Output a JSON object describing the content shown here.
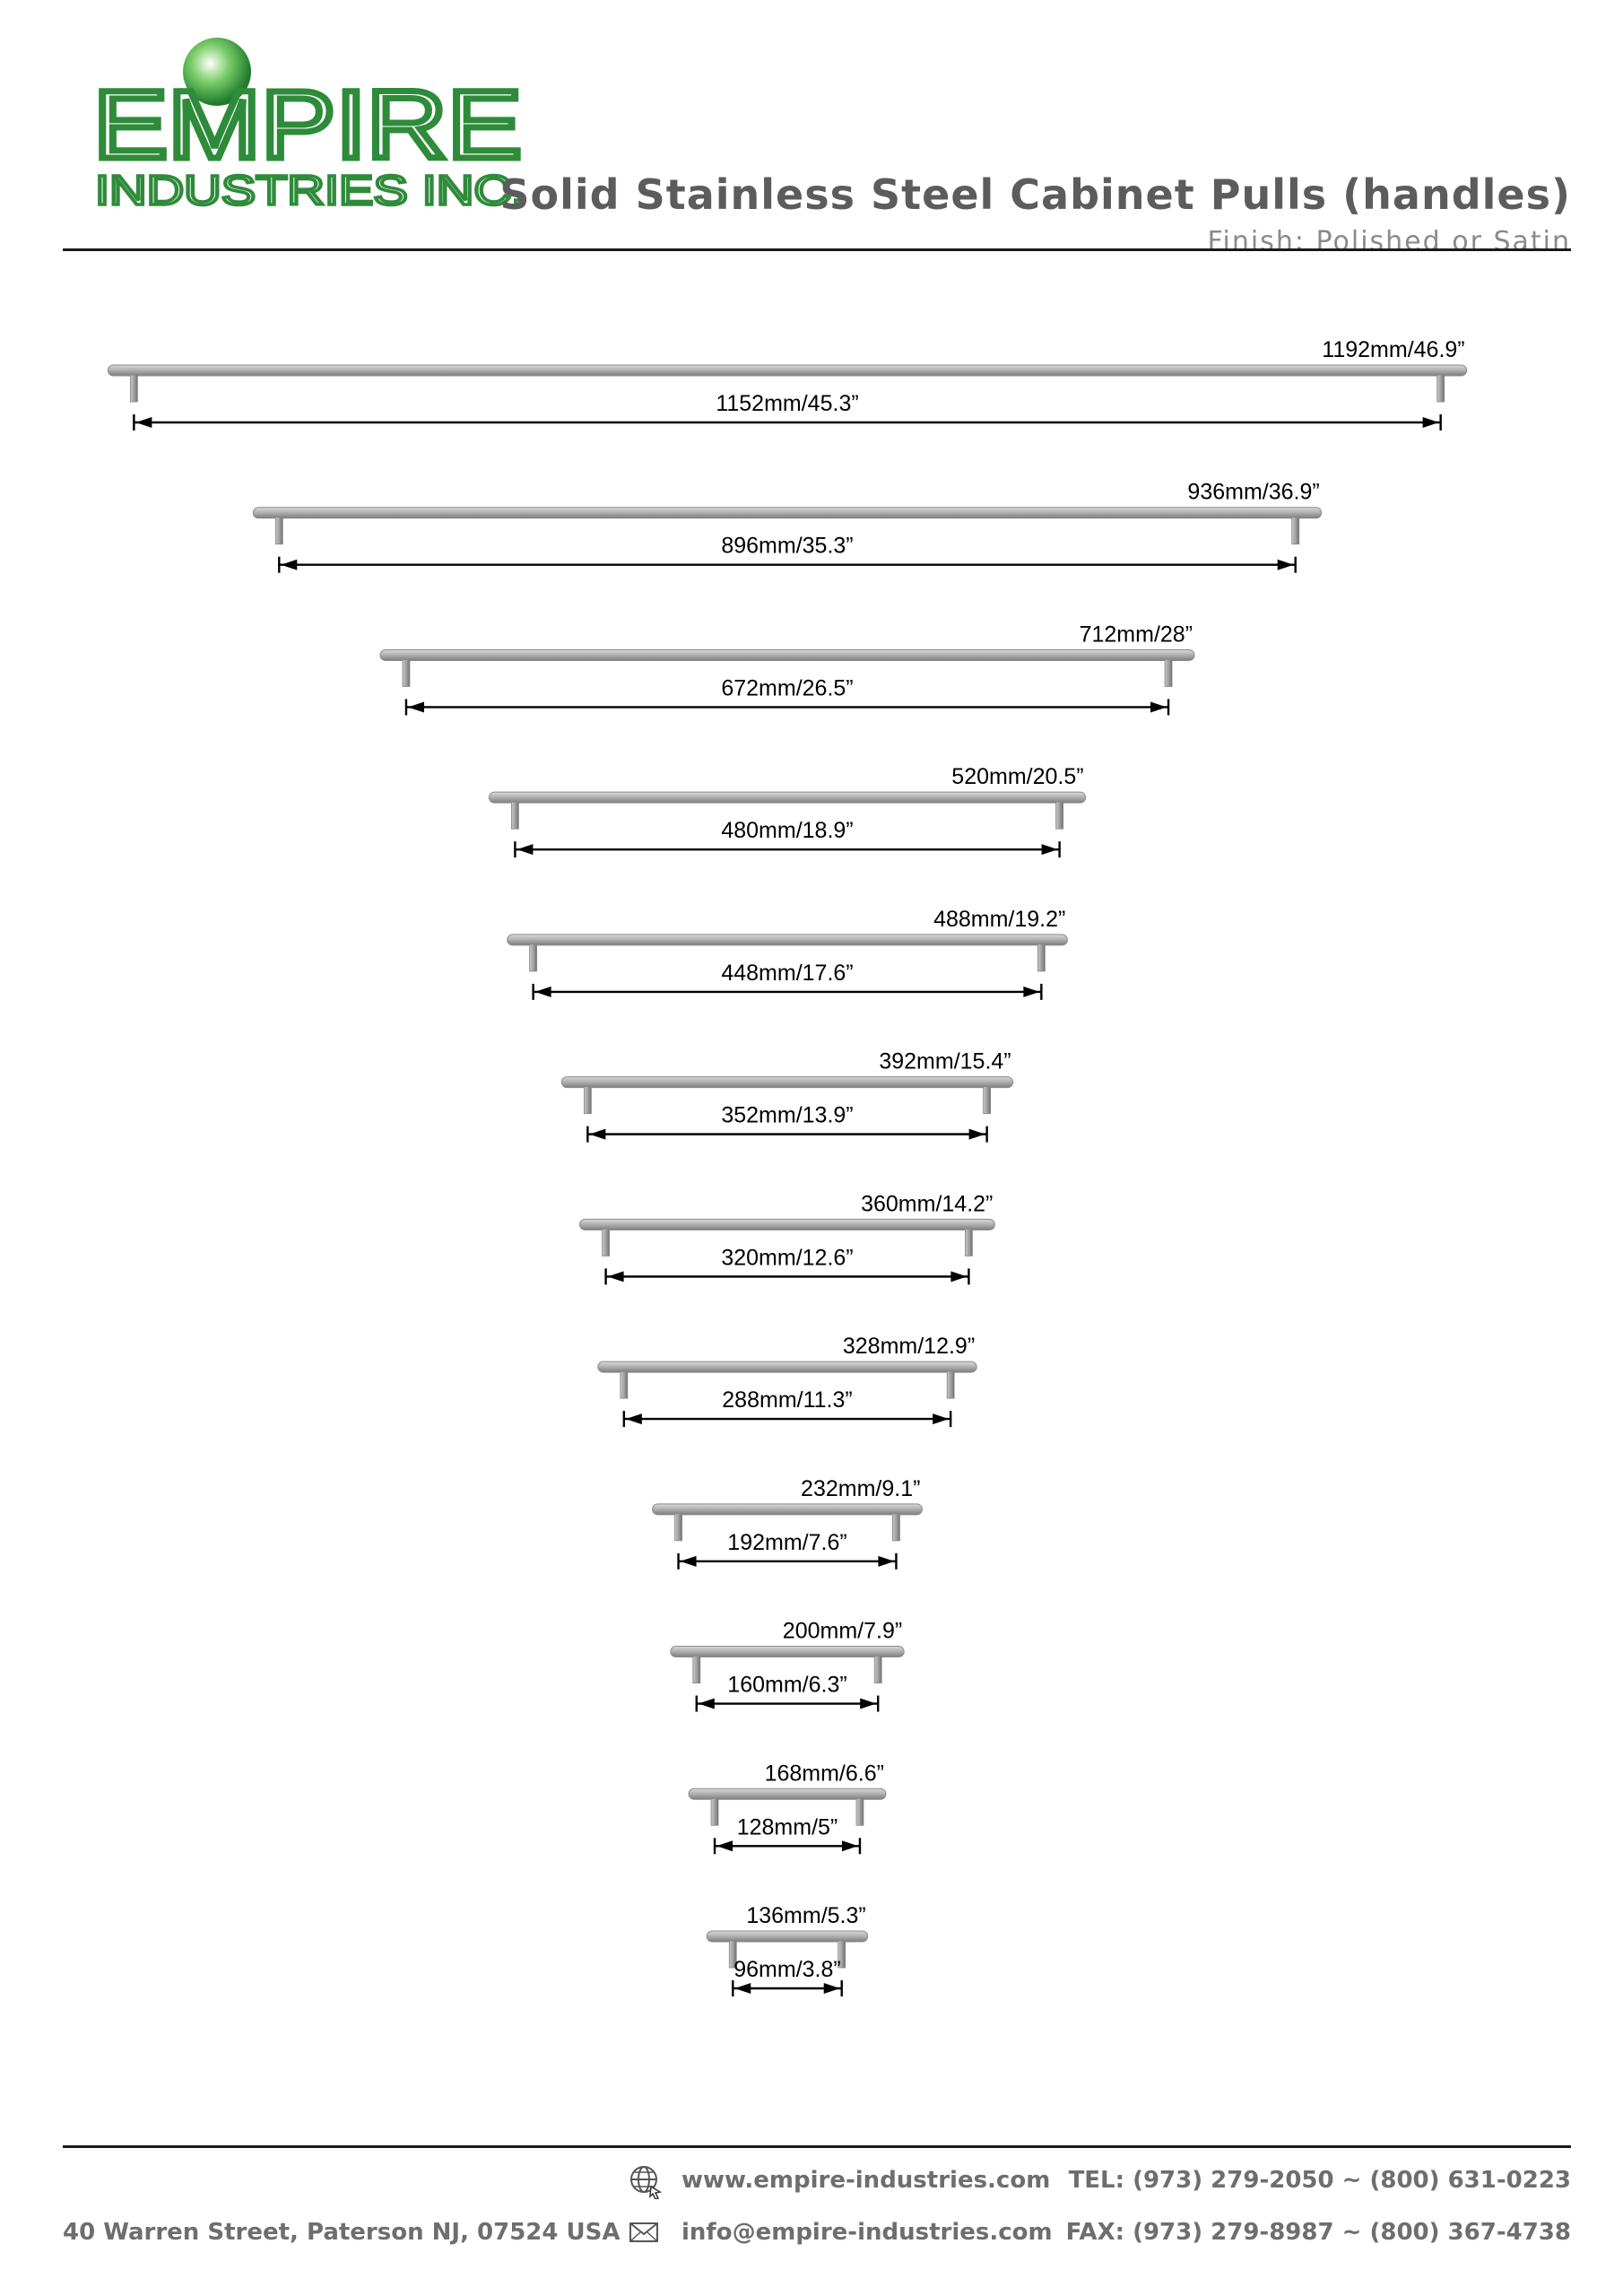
{
  "logo": {
    "line1": "EMPIRE",
    "line2": "INDUSTRIES INC.",
    "color": "#2e8b3a"
  },
  "header": {
    "title": "Solid Stainless Steel Cabinet Pulls (handles)",
    "subtitle": "Finish: Polished or Satin"
  },
  "pulls": [
    {
      "overall": "1192mm/46.9”",
      "center": "1152mm/45.3”"
    },
    {
      "overall": "936mm/36.9”",
      "center": "896mm/35.3”"
    },
    {
      "overall": "712mm/28”",
      "center": "672mm/26.5”"
    },
    {
      "overall": "520mm/20.5”",
      "center": "480mm/18.9”"
    },
    {
      "overall": "488mm/19.2”",
      "center": "448mm/17.6”"
    },
    {
      "overall": "392mm/15.4”",
      "center": "352mm/13.9”"
    },
    {
      "overall": "360mm/14.2”",
      "center": "320mm/12.6”"
    },
    {
      "overall": "328mm/12.9”",
      "center": "288mm/11.3”"
    },
    {
      "overall": "232mm/9.1”",
      "center": "192mm/7.6”"
    },
    {
      "overall": "200mm/7.9”",
      "center": "160mm/6.3”"
    },
    {
      "overall": "168mm/6.6”",
      "center": "128mm/5”"
    },
    {
      "overall": "136mm/5.3”",
      "center": "96mm/3.8”"
    }
  ],
  "footer": {
    "address": "40 Warren Street, Paterson NJ, 07524 USA",
    "website": "www.empire-industries.com",
    "email": "info@empire-industries.com",
    "tel": "TEL: (973) 279-2050 ~ (800) 631-0223",
    "fax": "FAX: (973) 279-8987 ~ (800) 367-4738"
  },
  "icons": {
    "web": "globe-icon",
    "mail": "envelope-icon"
  }
}
